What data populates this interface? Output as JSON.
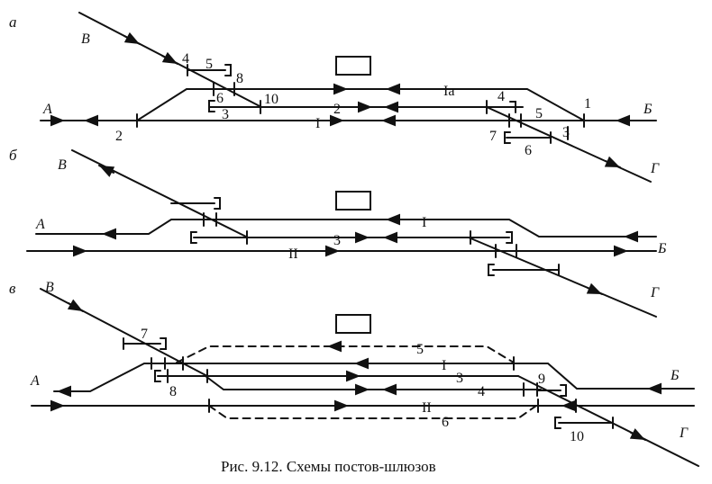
{
  "caption": "Рис. 9.12. Схемы постов-шлюзов",
  "panels": [
    {
      "letter": "а",
      "directions": [
        "А",
        "Б",
        "В",
        "Г"
      ],
      "tracks": [
        "I",
        "Iа",
        "2",
        "3"
      ],
      "switches": [
        "1",
        "2",
        "4",
        "5",
        "6",
        "7",
        "8",
        "10",
        "4",
        "5",
        "6",
        "3"
      ]
    },
    {
      "letter": "б",
      "directions": [
        "А",
        "Б",
        "В",
        "Г"
      ],
      "tracks": [
        "I",
        "II",
        "3"
      ]
    },
    {
      "letter": "в",
      "directions": [
        "А",
        "Б",
        "В",
        "Г"
      ],
      "tracks": [
        "I",
        "II",
        "3",
        "4",
        "5",
        "6"
      ],
      "switches": [
        "7",
        "8",
        "9",
        "10"
      ]
    }
  ]
}
